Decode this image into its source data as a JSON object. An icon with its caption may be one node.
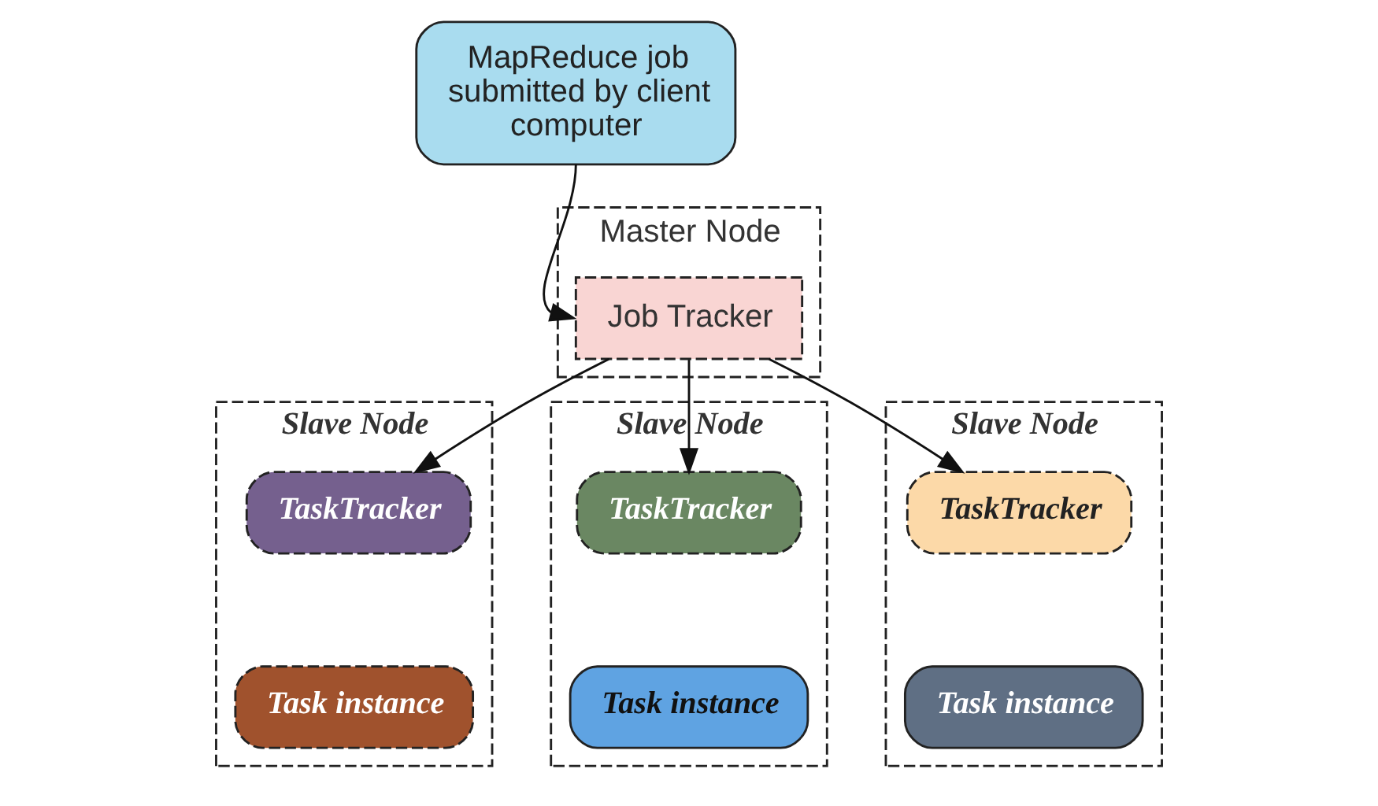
{
  "diagram": {
    "nodes": [
      {
        "text": [
          "MapReduce job submitted by client computer"
        ]
      },
      {
        "text": [
          "Master Node"
        ]
      },
      {
        "text": [
          "Job Tracker"
        ],
        "in": 1
      },
      {
        "text": [
          "Slave Node"
        ]
      },
      {
        "text": [
          "TaskTracker"
        ],
        "in": 3
      },
      {
        "text": [
          "Task instance"
        ],
        "in": 3
      },
      {
        "text": [
          "Slave Node"
        ]
      },
      {
        "text": [
          "TaskTracker"
        ],
        "in": 6
      },
      {
        "text": [
          "Task instance"
        ],
        "in": 6
      },
      {
        "text": [
          "Slave Node"
        ]
      },
      {
        "text": [
          "TaskTracker"
        ],
        "in": 9
      },
      {
        "text": [
          "Task instance"
        ],
        "in": 9
      }
    ],
    "edges": [
      {
        "from": 0,
        "to": 2,
        "arrow": "to"
      },
      {
        "from": 2,
        "to": 4,
        "arrow": "to"
      },
      {
        "from": 2,
        "to": 7,
        "arrow": "to"
      },
      {
        "from": 2,
        "to": 10,
        "arrow": "to"
      }
    ]
  }
}
